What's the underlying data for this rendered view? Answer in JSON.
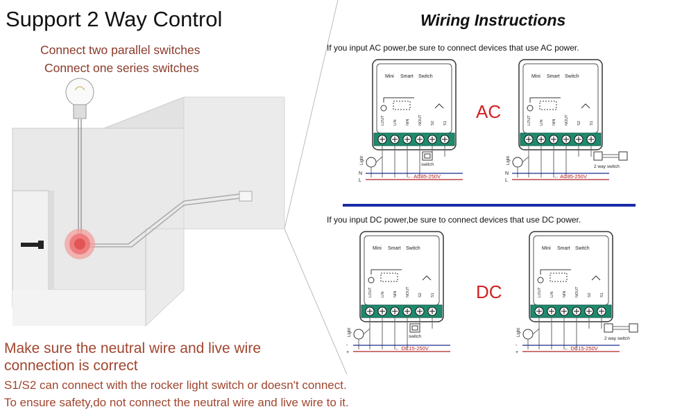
{
  "left": {
    "title": "Support 2 Way Control",
    "subtitle_1": "Connect two parallel switches",
    "subtitle_2": "Connect one series switches",
    "warning_1": "Make sure the neutral wire and live wire",
    "warning_2": "connection is correct",
    "footer_1": "S1/S2 can connect with the rocker light switch or doesn't connect.",
    "footer_2": "To ensure safety,do not connect the neutral wire and live wire to it."
  },
  "right": {
    "title": "Wiring Instructions",
    "ac_note": "If you input AC power,be sure to connect devices that use AC power.",
    "dc_note": "If you input DC power,be sure to connect devices that use DC power.",
    "ac_label": "AC",
    "dc_label": "DC"
  },
  "module": {
    "brand_mini": "Mini",
    "brand_smart": "Smart",
    "brand_switch": "Switch",
    "term_lout": "LOUT",
    "term_lin": "LIN",
    "term_nin": "NIN",
    "term_nout": "NOUT",
    "term_s2": "S2",
    "term_s1": "S1"
  },
  "wiring": {
    "light_label": "Light",
    "switch_label": "switch",
    "two_way_label": "2 way switch",
    "n_label": "N",
    "l_label": "L",
    "plus_label": "+",
    "minus_label": "-",
    "ac_range": "AC85-250V",
    "dc_range": "DC15-250V"
  },
  "colors": {
    "terminal_green": "#1f8a6e",
    "divider_blue": "#1a2aa8",
    "accent_red": "#d42020",
    "text_brown": "#8b3a2a"
  }
}
